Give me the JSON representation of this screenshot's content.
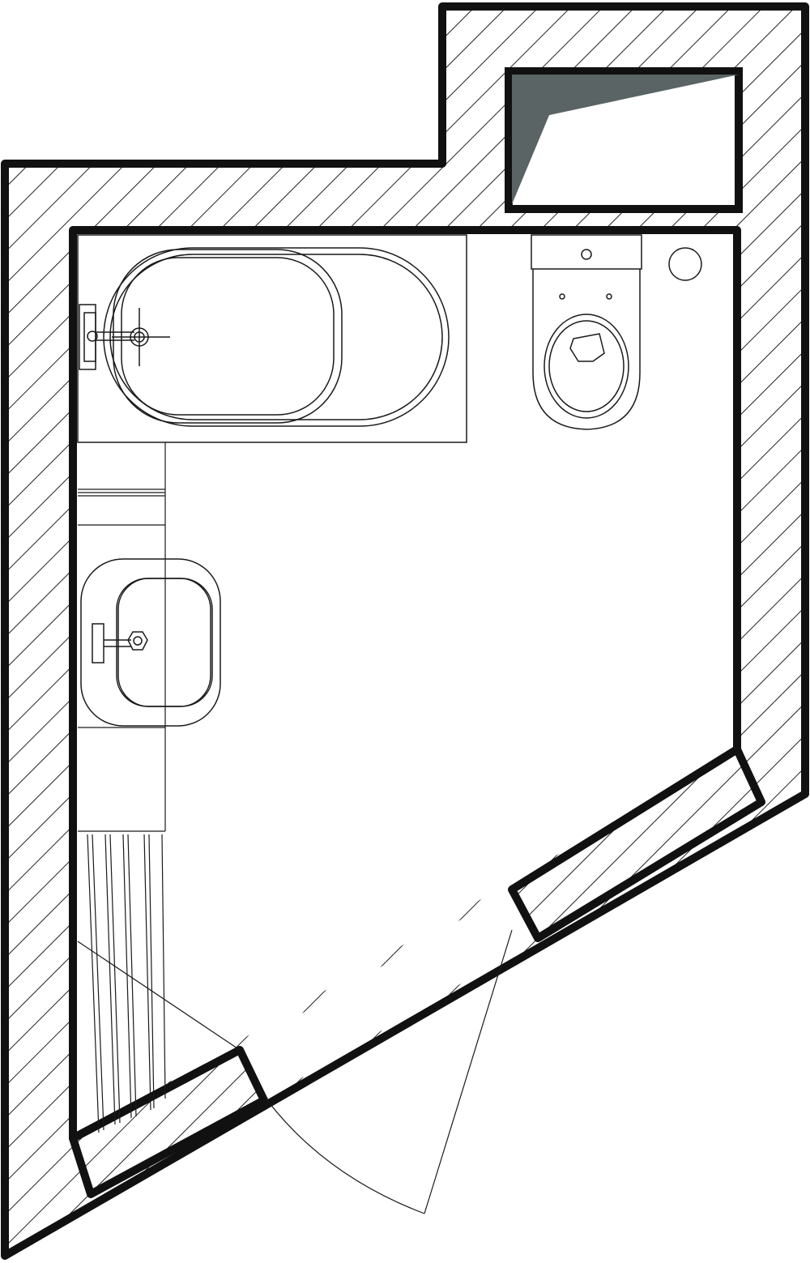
{
  "diagram": {
    "kind": "floor-plan",
    "colors": {
      "background": "#ffffff",
      "wall_outline": "#111111",
      "hatch": "#222222",
      "fixture_line": "#1a1a1a",
      "shaft_fill": "#5a6464"
    },
    "elements": [
      {
        "id": "wall-outer",
        "type": "wall",
        "label": ""
      },
      {
        "id": "utility-shaft",
        "type": "shaft",
        "label": ""
      },
      {
        "id": "bathtub",
        "type": "fixture",
        "label": ""
      },
      {
        "id": "toilet",
        "type": "fixture",
        "label": ""
      },
      {
        "id": "floor-drain",
        "type": "fixture",
        "label": ""
      },
      {
        "id": "washbasin",
        "type": "fixture",
        "label": ""
      },
      {
        "id": "radiator",
        "type": "fixture",
        "label": ""
      },
      {
        "id": "door",
        "type": "opening",
        "label": ""
      }
    ]
  }
}
